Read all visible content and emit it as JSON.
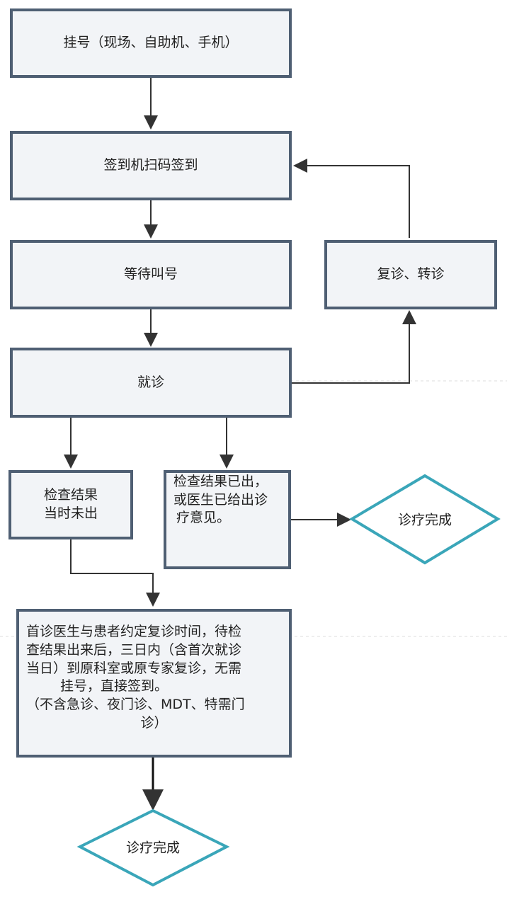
{
  "boxes": {
    "register": "挂号（现场、自助机、手机）",
    "checkin": "签到机扫码签到",
    "wait": "等待叫号",
    "consult": "就诊",
    "revisit_transfer": "复诊、转诊",
    "results_pending": [
      "检查结果",
      "当时未出"
    ],
    "results_out": [
      "检查结果已出，",
      "或医生已给出诊",
      "疗意见。"
    ],
    "followup_notice": [
      "首诊医生与患者约定复诊时间，待检",
      "查结果出来后，三日内（含首次就诊",
      "当日）到原科室或原专家复诊，无需",
      "挂号，直接签到。",
      "（不含急诊、夜门诊、MDT、特需门",
      "诊）"
    ]
  },
  "terminals": {
    "done_right": "诊疗完成",
    "done_bottom": "诊疗完成"
  },
  "colors": {
    "box_fill": "#f2f4f7",
    "box_border": "#4f5f73",
    "diamond_border": "#3aa6b9",
    "connector": "#333333",
    "text": "#222222"
  }
}
